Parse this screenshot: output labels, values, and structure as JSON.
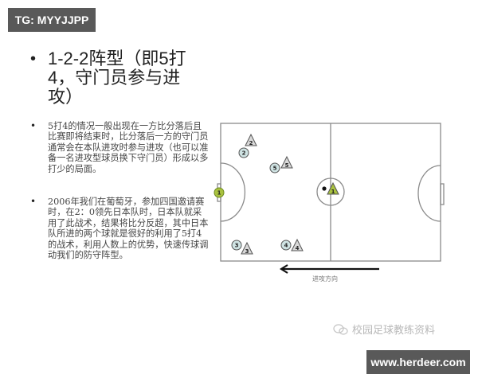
{
  "badges": {
    "tg": "TG: MYYJJPP",
    "site": "www.herdeer.com"
  },
  "title": {
    "bullet": "•",
    "text": "1-2-2阵型（即5打4，守门员参与进攻）"
  },
  "paragraphs": [
    {
      "bullet": "•",
      "text": "5打4的情况一般出现在一方比分落后且比赛即将结束时，比分落后一方的守门员通常会在本队进攻时参与进攻（也可以准备一名进攻型球员换下守门员）形成以多打少的局面。"
    },
    {
      "bullet": "•",
      "text": "2006年我们在葡萄牙，参加四国邀请赛时，在2：0领先日本队时，日本队就采用了此战术，结果将比分反超，其中日本队所进的两个球就是很好的利用了5打4的战术，利用人数上的优势，快速传球调动我们的防守阵型。"
    }
  ],
  "diagram": {
    "attack_direction_label": "进攻方向",
    "colors": {
      "line": "#888888",
      "goalkeeper": "#a9c23f",
      "attacker": "#cfe3e3",
      "defender": "#d9d9d9",
      "defender_highlight": "#a9c23f"
    },
    "attackers_circle": [
      {
        "label": "1",
        "role": "goalkeeper"
      },
      {
        "label": "2"
      },
      {
        "label": "3"
      },
      {
        "label": "4"
      },
      {
        "label": "5"
      }
    ],
    "defenders_triangle": [
      {
        "label": "1",
        "role": "highlighted"
      },
      {
        "label": "2"
      },
      {
        "label": "3"
      },
      {
        "label": "4"
      },
      {
        "label": "5"
      }
    ]
  },
  "watermark": {
    "icon": "wechat-icon",
    "text": "校园足球教练资料"
  }
}
